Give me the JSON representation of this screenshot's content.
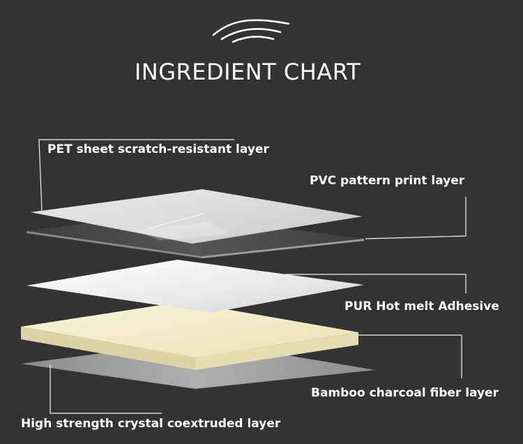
{
  "title": "INGREDIENT CHART",
  "logo_icon": "wave-logo-icon",
  "colors": {
    "background": "#333333",
    "pet_layer": "#e6e6e6",
    "pvc_layer": "#4a4a4a",
    "pur_layer": "#ececec",
    "bamboo_layer": "#f3eccd",
    "crystal_layer": "#9a9a9a",
    "leader_line": "#f2f2f2"
  },
  "layers": [
    {
      "id": "pet",
      "label": "PET sheet scratch-resistant layer"
    },
    {
      "id": "pvc",
      "label": "PVC pattern print layer"
    },
    {
      "id": "pur",
      "label": "PUR Hot melt Adhesive"
    },
    {
      "id": "bamboo",
      "label": "Bamboo charcoal fiber layer"
    },
    {
      "id": "crystal",
      "label": "High strength crystal coextruded layer"
    }
  ]
}
